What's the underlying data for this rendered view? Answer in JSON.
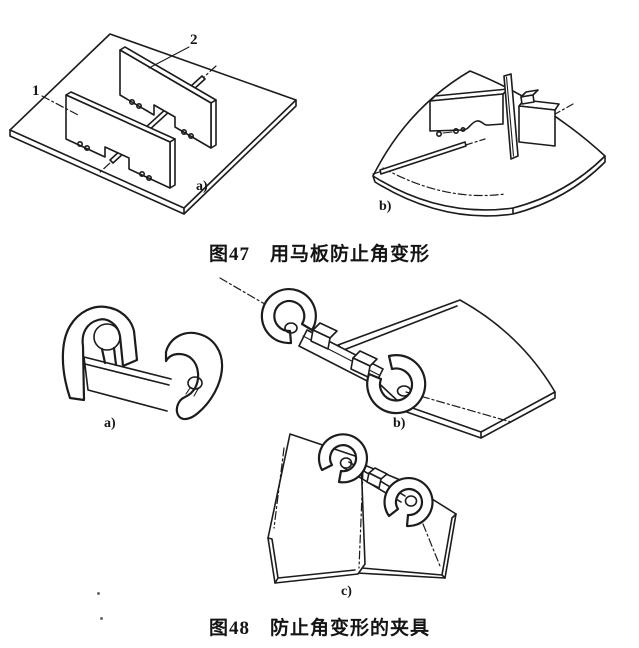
{
  "page": {
    "background_color": "#ffffff",
    "ink_color": "#1c1c1c"
  },
  "figure47": {
    "caption_number": "图47",
    "caption_title": "用马板防止角变形",
    "panel_a_label": "a)",
    "panel_b_label": "b)",
    "part_label_1": "1",
    "part_label_2": "2"
  },
  "figure48": {
    "caption_number": "图48",
    "caption_title": "防止角变形的夹具",
    "panel_a_label": "a)",
    "panel_b_label": "b)",
    "panel_c_label": "c)"
  }
}
